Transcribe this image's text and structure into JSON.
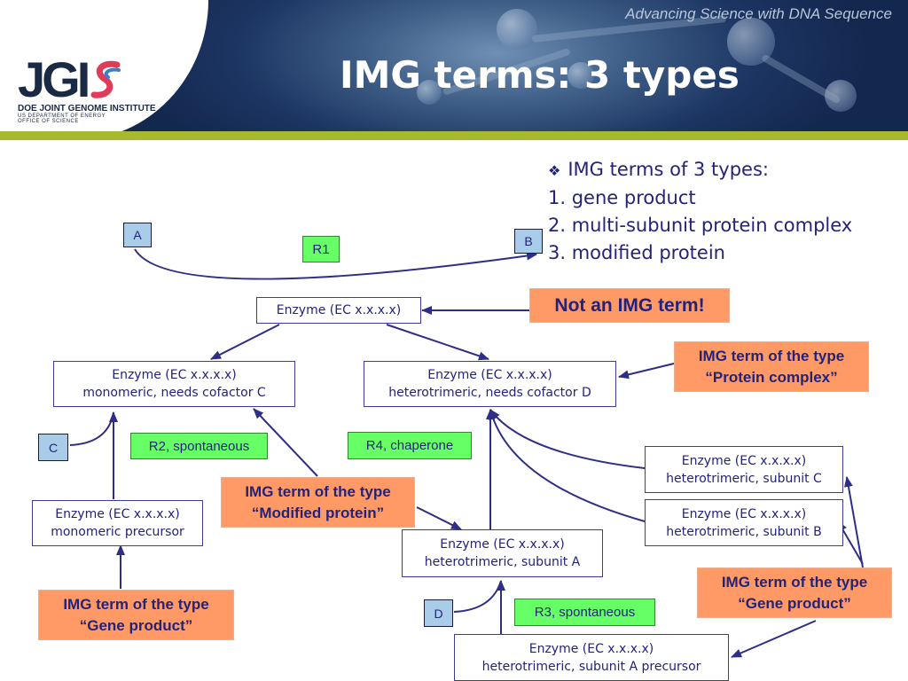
{
  "header": {
    "tagline": "Advancing Science with DNA Sequence",
    "title": "IMG terms: 3 types",
    "logo": {
      "mark": "JGI",
      "line1": "DOE JOINT GENOME INSTITUTE",
      "line2": "US DEPARTMENT OF ENERGY",
      "line3": "OFFICE OF SCIENCE"
    }
  },
  "types_list": {
    "heading": "IMG terms of 3 types:",
    "items": [
      "1. gene product",
      "2. multi-subunit protein complex",
      "3. modified protein"
    ]
  },
  "nodes": {
    "A": "A",
    "B": "B",
    "C": "C",
    "D": "D",
    "enzyme_top": "Enzyme (EC x.x.x.x)",
    "mono_cofactor": [
      "Enzyme (EC x.x.x.x)",
      "monomeric, needs cofactor C"
    ],
    "hetero_cofactor": [
      "Enzyme (EC x.x.x.x)",
      "heterotrimeric, needs cofactor D"
    ],
    "mono_precursor": [
      "Enzyme (EC x.x.x.x)",
      "monomeric precursor"
    ],
    "subunit_a": [
      "Enzyme (EC x.x.x.x)",
      "heterotrimeric, subunit A"
    ],
    "subunit_c": [
      "Enzyme (EC x.x.x.x)",
      "heterotrimeric, subunit C"
    ],
    "subunit_b": [
      "Enzyme (EC x.x.x.x)",
      "heterotrimeric, subunit B"
    ],
    "subunit_a_precursor": [
      "Enzyme (EC x.x.x.x)",
      "heterotrimeric, subunit A precursor"
    ]
  },
  "reactions": {
    "r1": "R1",
    "r2": "R2, spontaneous",
    "r3": "R3, spontaneous",
    "r4": "R4, chaperone"
  },
  "callouts": {
    "not_img": "Not an IMG term!",
    "protein_complex": [
      "IMG term of the type",
      "“Protein complex”"
    ],
    "modified_protein": [
      "IMG term of the type",
      "“Modified protein”"
    ],
    "gene_product_left": [
      "IMG term of the type",
      "“Gene product”"
    ],
    "gene_product_right": [
      "IMG term of the type",
      "“Gene product”"
    ]
  },
  "colors": {
    "node_text": "#23237a",
    "arrow": "#2e2e86",
    "letter_fill": "#a9cde8",
    "reaction_fill": "#66ff66",
    "callout_fill": "#ff9966",
    "header_stripe": "#a6b92f"
  }
}
